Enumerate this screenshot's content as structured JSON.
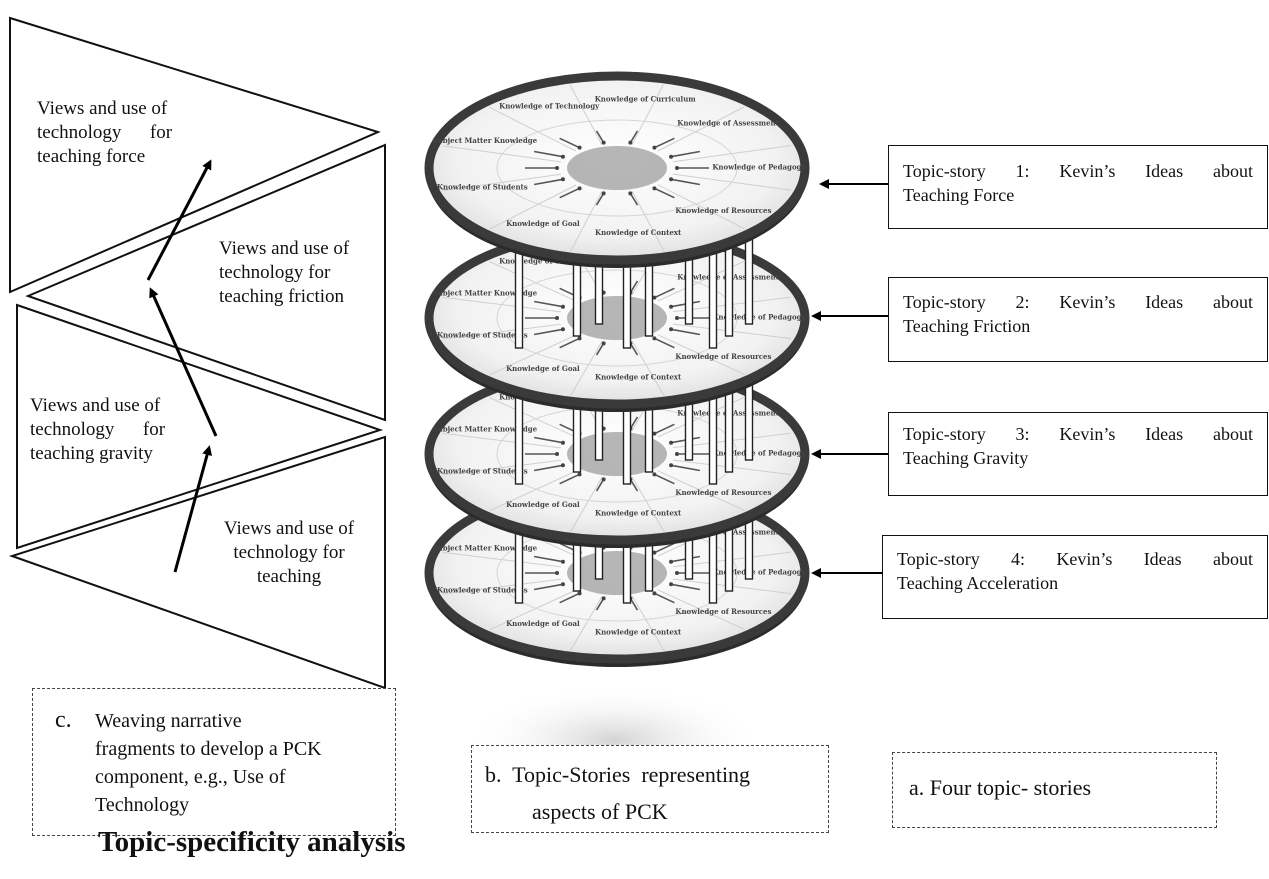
{
  "triangles": [
    {
      "lines": [
        "Views and use of",
        "technology      for",
        "teaching force"
      ]
    },
    {
      "lines": [
        "Views and use of",
        "technology for",
        "teaching friction"
      ]
    },
    {
      "lines": [
        "Views and use of",
        "technology      for",
        "teaching gravity"
      ]
    },
    {
      "lines": [
        "Views and use of",
        "technology for",
        "teaching"
      ]
    }
  ],
  "topic_stories": [
    {
      "line1": [
        "Topic-story",
        "1:",
        "Kevin’s",
        "Ideas",
        "about"
      ],
      "line2": "Teaching Force"
    },
    {
      "line1": [
        "Topic-story",
        "2:",
        "Kevin’s",
        "Ideas",
        "about"
      ],
      "line2": "Teaching Friction"
    },
    {
      "line1": [
        "Topic-story",
        "3:",
        "Kevin’s",
        "Ideas",
        "about"
      ],
      "line2": "Teaching Gravity"
    },
    {
      "line1": [
        "Topic-story",
        "4:",
        "Kevin’s",
        "Ideas",
        "about"
      ],
      "line2": "Teaching Acceleration"
    }
  ],
  "disc_labels": [
    "Knowledge of Curriculum",
    "Knowledge of Assessment",
    "Knowledge of Pedagogy",
    "Knowledge of Resources",
    "Knowledge of Context",
    "Knowledge of Goal",
    "Knowledge of Students",
    "Subject Matter Knowledge",
    "Knowledge of Technology"
  ],
  "captions": {
    "c_letter": "c.",
    "c_lines": [
      "Weaving narrative",
      "fragments to develop a PCK",
      "component, e.g., Use of",
      "Technology"
    ],
    "b_lines": [
      "b.  Topic-Stories  representing",
      "aspects of PCK"
    ],
    "a_text": "a. Four topic- stories",
    "title": "Topic-specificity analysis"
  }
}
